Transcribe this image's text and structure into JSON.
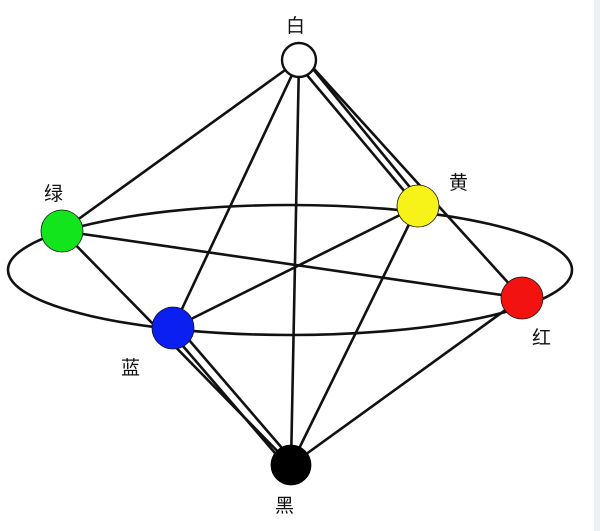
{
  "diagram": {
    "nodes": {
      "white": {
        "label": "白",
        "color": "#ffffff"
      },
      "black": {
        "label": "黑",
        "color": "#000000"
      },
      "green": {
        "label": "绿",
        "color": "#13e51c"
      },
      "blue": {
        "label": "蓝",
        "color": "#0a1ff0"
      },
      "yellow": {
        "label": "黄",
        "color": "#f7f218"
      },
      "red": {
        "label": "红",
        "color": "#f2120f"
      }
    },
    "line_color": "#111111"
  }
}
